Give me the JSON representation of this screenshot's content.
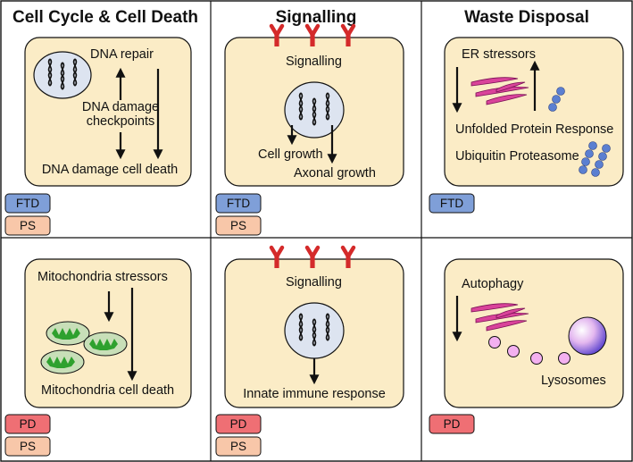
{
  "panels": {
    "cell_cycle": {
      "title": "Cell Cycle & Cell Death",
      "labels": [
        "DNA repair",
        "DNA damage",
        "checkpoints",
        "DNA damage cell death"
      ],
      "badges": [
        "FTD",
        "PS"
      ]
    },
    "signalling_top": {
      "title": "Signalling",
      "labels": [
        "Signalling",
        "Cell growth",
        "Axonal growth"
      ],
      "badges": [
        "FTD",
        "PS"
      ]
    },
    "waste_disposal": {
      "title": "Waste Disposal",
      "labels": [
        "ER stressors",
        "Unfolded Protein Response",
        "Ubiquitin Proteasome"
      ],
      "badges": [
        "FTD"
      ]
    },
    "mitochondria": {
      "labels": [
        "Mitochondria stressors",
        "Mitochondria cell death"
      ],
      "badges": [
        "PD",
        "PS"
      ]
    },
    "signalling_bottom": {
      "labels": [
        "Signalling",
        "Innate immune response"
      ],
      "badges": [
        "PD",
        "PS"
      ]
    },
    "autophagy": {
      "labels": [
        "Autophagy",
        "Lysosomes"
      ],
      "badges": [
        "PD"
      ]
    }
  },
  "colors": {
    "cell_fill": "#fbecc6",
    "nucleus_fill": "#dde4f0",
    "receptor": "#d42a2a",
    "protein": "#d9439a",
    "proteasome": "#5b7fd1",
    "mitochondria_fill": "#c8dfb8",
    "mitochondria_inner": "#2ea12e",
    "lysosome": "#f3b0f0",
    "badge_FTD": "#7f9fd8",
    "badge_PS": "#f8c7a9",
    "badge_PD": "#ef6f74"
  }
}
